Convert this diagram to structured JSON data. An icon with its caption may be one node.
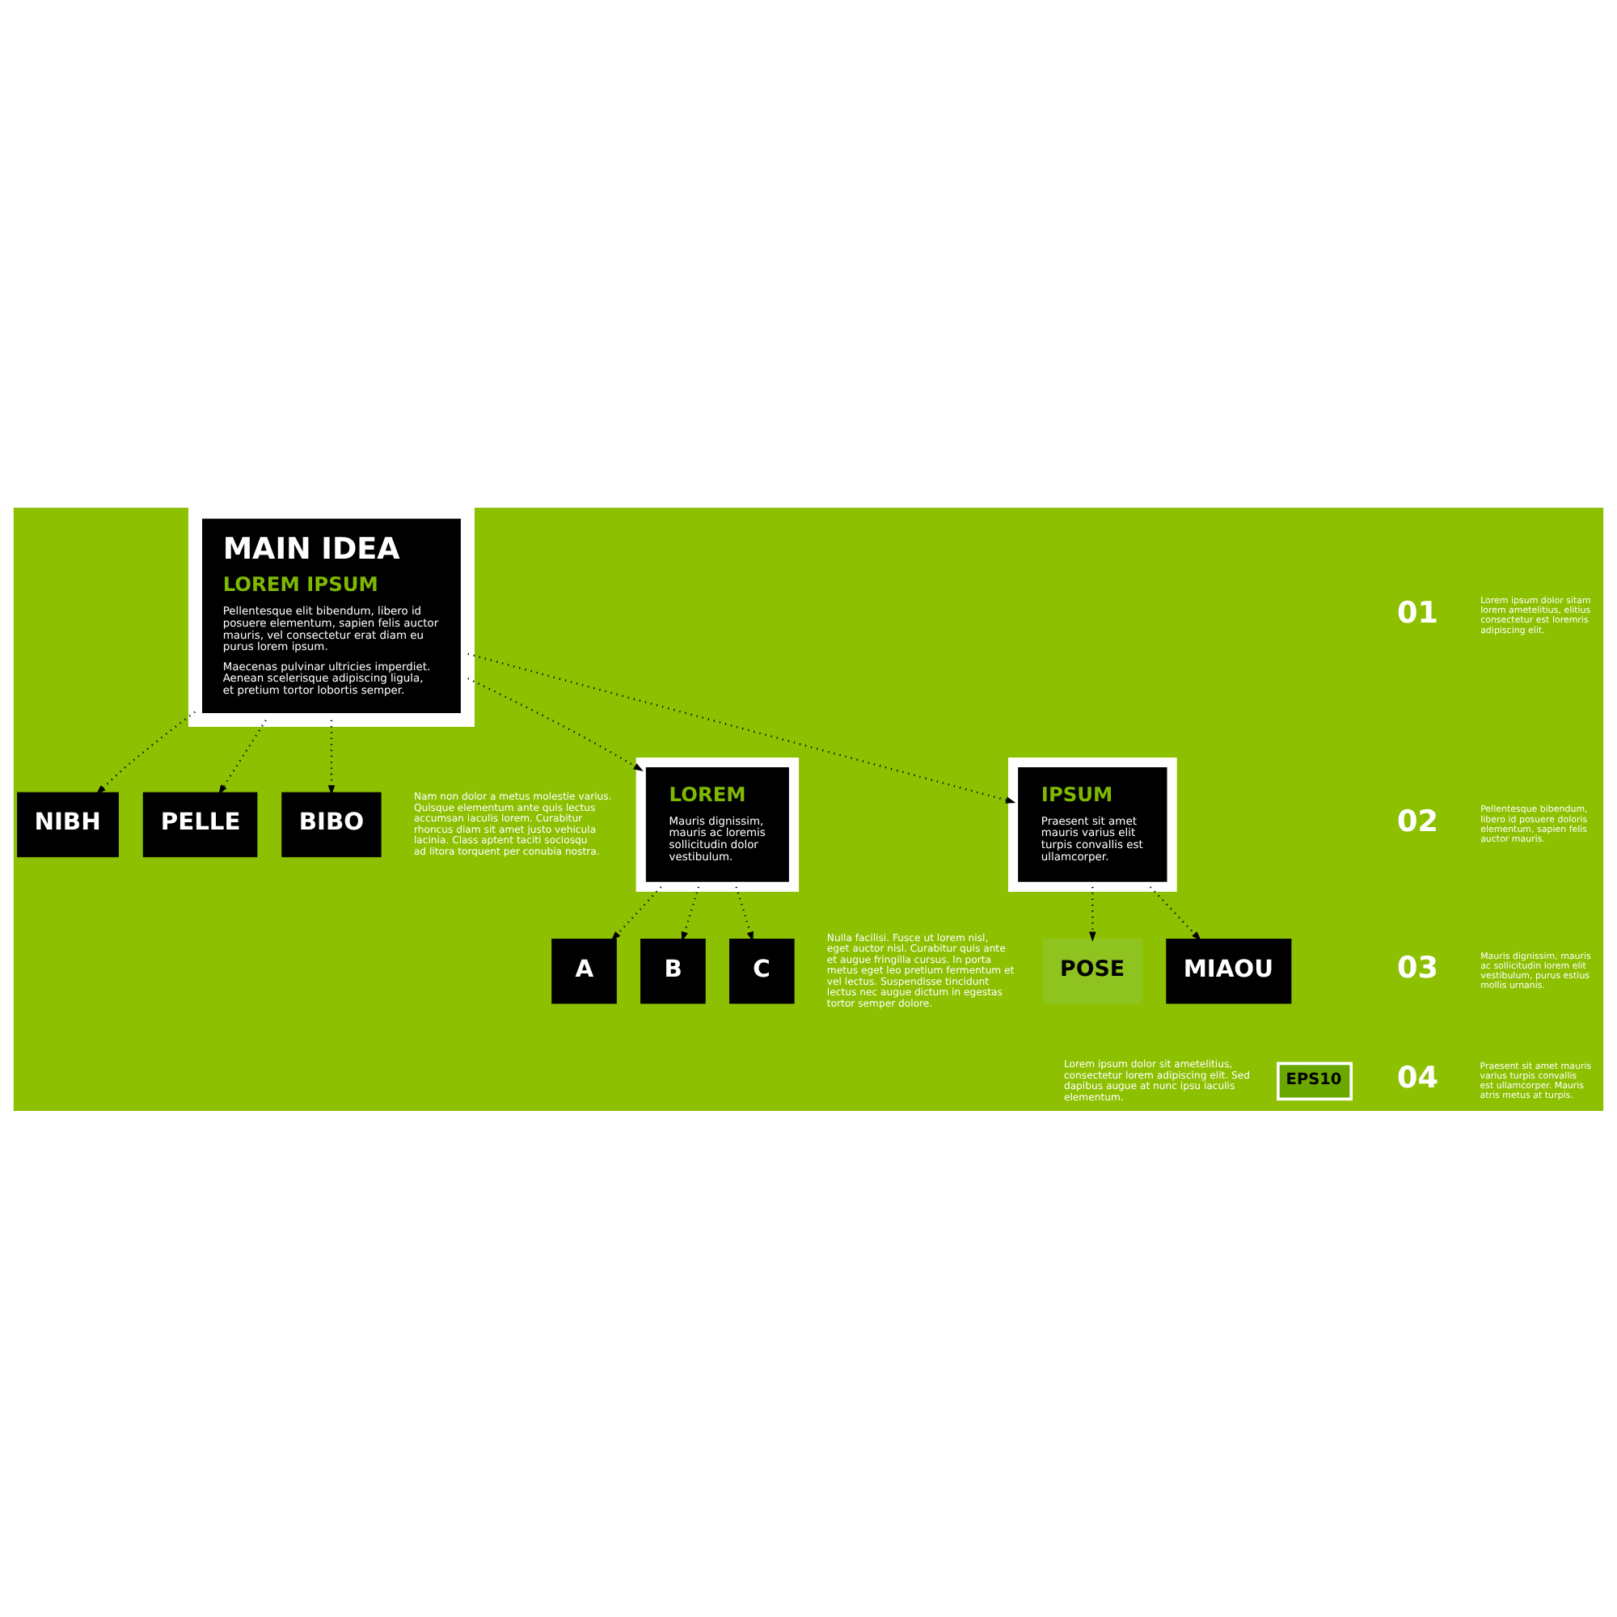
{
  "diagram": {
    "nodes": [
      {
        "text": [
          "MAIN IDEA",
          "LOREM IPSUM",
          "Pellentesque elit bibendum, libero id posuere elementum, sapien felis auctor mauris, vel consectetur erat diam eu purus lorem ipsum.",
          "Maecenas pulvinar ultricies imperdiet. Aenean scelerisque adipiscing ligula, et pretium tortor lobortis semper."
        ]
      },
      {
        "text": [
          "NIBH"
        ]
      },
      {
        "text": [
          "PELLE"
        ]
      },
      {
        "text": [
          "BIBO"
        ]
      },
      {
        "text": [
          "LOREM",
          "Mauris dignissim, mauris ac loremis sollicitudin dolor vestibulum."
        ]
      },
      {
        "text": [
          "IPSUM",
          "Praesent sit amet mauris varius elit turpis convallis est ullamcorper."
        ]
      },
      {
        "text": [
          "A"
        ]
      },
      {
        "text": [
          "B"
        ]
      },
      {
        "text": [
          "C"
        ]
      },
      {
        "text": [
          "POSE"
        ]
      },
      {
        "text": [
          "MIAOU"
        ]
      }
    ],
    "edges": [
      {
        "from": 0,
        "to": 1,
        "arrow": "to",
        "style": "dashed"
      },
      {
        "from": 0,
        "to": 2,
        "arrow": "to",
        "style": "dashed"
      },
      {
        "from": 0,
        "to": 3,
        "arrow": "to",
        "style": "dashed"
      },
      {
        "from": 0,
        "to": 4,
        "arrow": "to",
        "style": "dashed"
      },
      {
        "from": 0,
        "to": 5,
        "arrow": "to",
        "style": "dashed"
      },
      {
        "from": 4,
        "to": 6,
        "arrow": "to",
        "style": "dashed"
      },
      {
        "from": 4,
        "to": 7,
        "arrow": "to",
        "style": "dashed"
      },
      {
        "from": 4,
        "to": 8,
        "arrow": "to",
        "style": "dashed"
      },
      {
        "from": 5,
        "to": 9,
        "arrow": "to",
        "style": "dashed"
      },
      {
        "from": 5,
        "to": 10,
        "arrow": "to",
        "style": "dashed"
      }
    ],
    "labels": [
      "01",
      "Lorem ipsum dolor sitam lorem ametelitius, elitius consectetur est loremris adipiscing elit.",
      "02",
      "Pellentesque bibendum, libero id posuere doloris elementum, sapien felis auctor mauris.",
      "03",
      "Mauris dignissim, mauris ac sollicitudin lorem elit vestibulum, purus estius mollis urnanis.",
      "04",
      "Praesent sit amet mauris varius turpis convallis est ullamcorper. Mauris atris metus at turpis.",
      "Nam non dolor a metus molestie varius. Quisque elementum ante quis lectus accumsan iaculis lorem. Curabitur rhoncus diam sit amet justo vehicula lacinia. Class aptent taciti sociosqu ad litora torquent per conubia nostra.",
      "Nulla facilisi. Fusce ut lorem nisl, eget auctor nisl. Curabitur quis ante et augue fringilla cursus. In porta metus eget leo pretium fermentum et vel lectus. Suspendisse tincidunt lectus nec augue dictum in egestas tortor semper dolore.",
      "Lorem ipsum dolor sit ametelitius, consectetur lorem adipiscing elit. Sed dapibus augue at nunc ipsu iaculis elementum.",
      "EPS10"
    ]
  }
}
